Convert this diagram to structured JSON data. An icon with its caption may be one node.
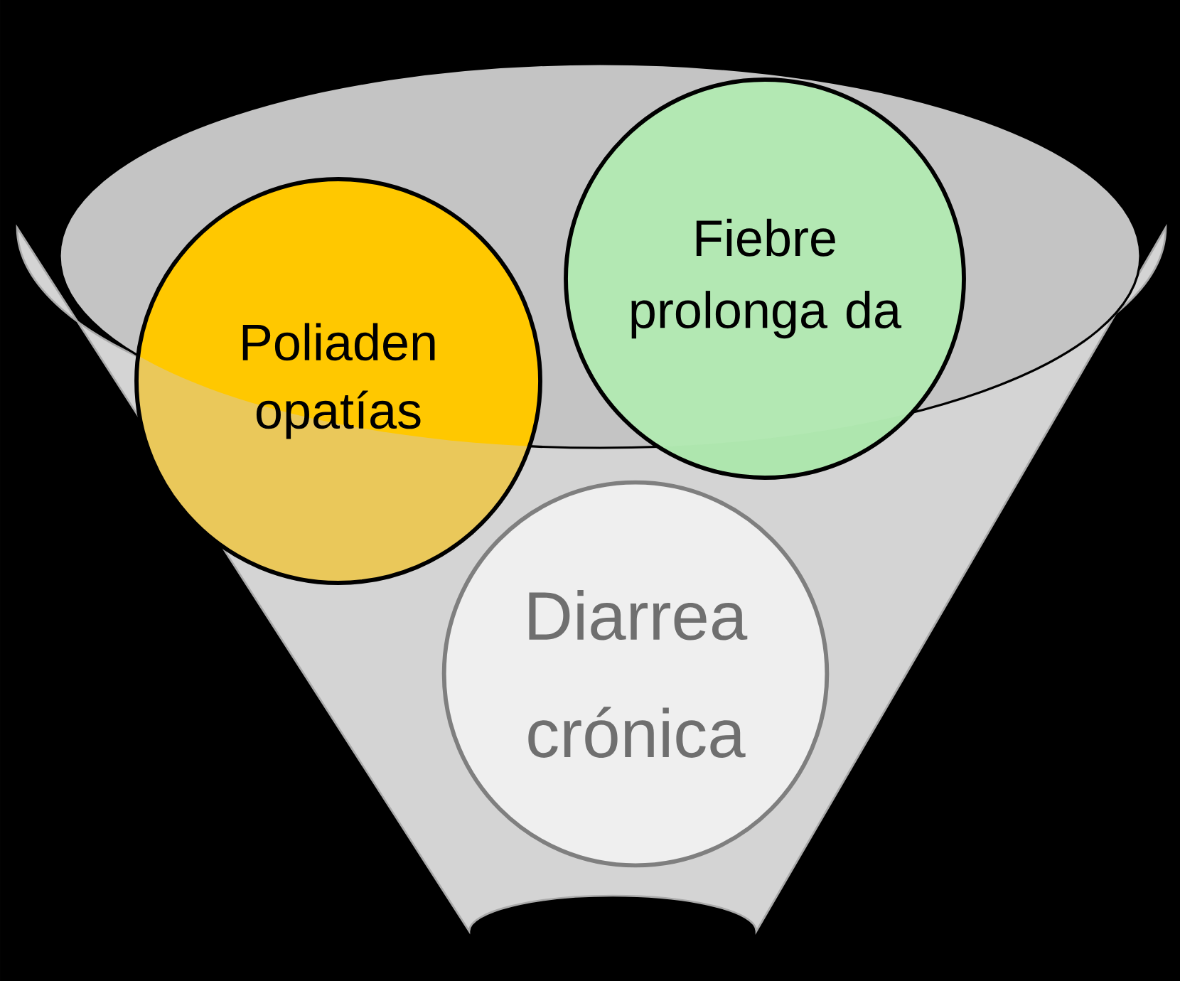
{
  "diagram": {
    "nodes": [
      {
        "text": [
          "Poliaden opatías"
        ]
      },
      {
        "text": [
          "Fiebre prolonga da"
        ]
      },
      {
        "text": [
          "Diarrea crónica"
        ]
      }
    ]
  }
}
